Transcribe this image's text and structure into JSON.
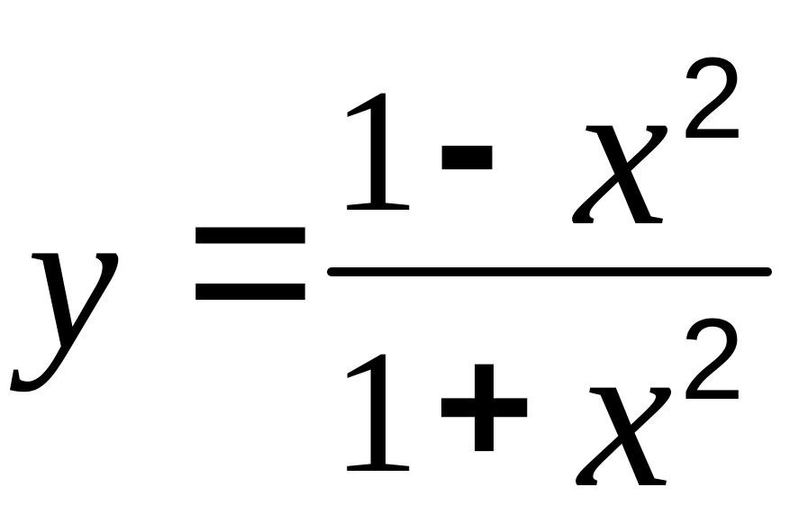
{
  "formula": {
    "lhs_variable": "y",
    "equals_sign": "=",
    "numerator": {
      "constant": "1",
      "operator": "-",
      "variable": "x",
      "exponent": "2"
    },
    "denominator": {
      "constant": "1",
      "operator": "+",
      "variable": "x",
      "exponent": "2"
    }
  },
  "colors": {
    "ink": "#000000",
    "background": "#ffffff"
  }
}
